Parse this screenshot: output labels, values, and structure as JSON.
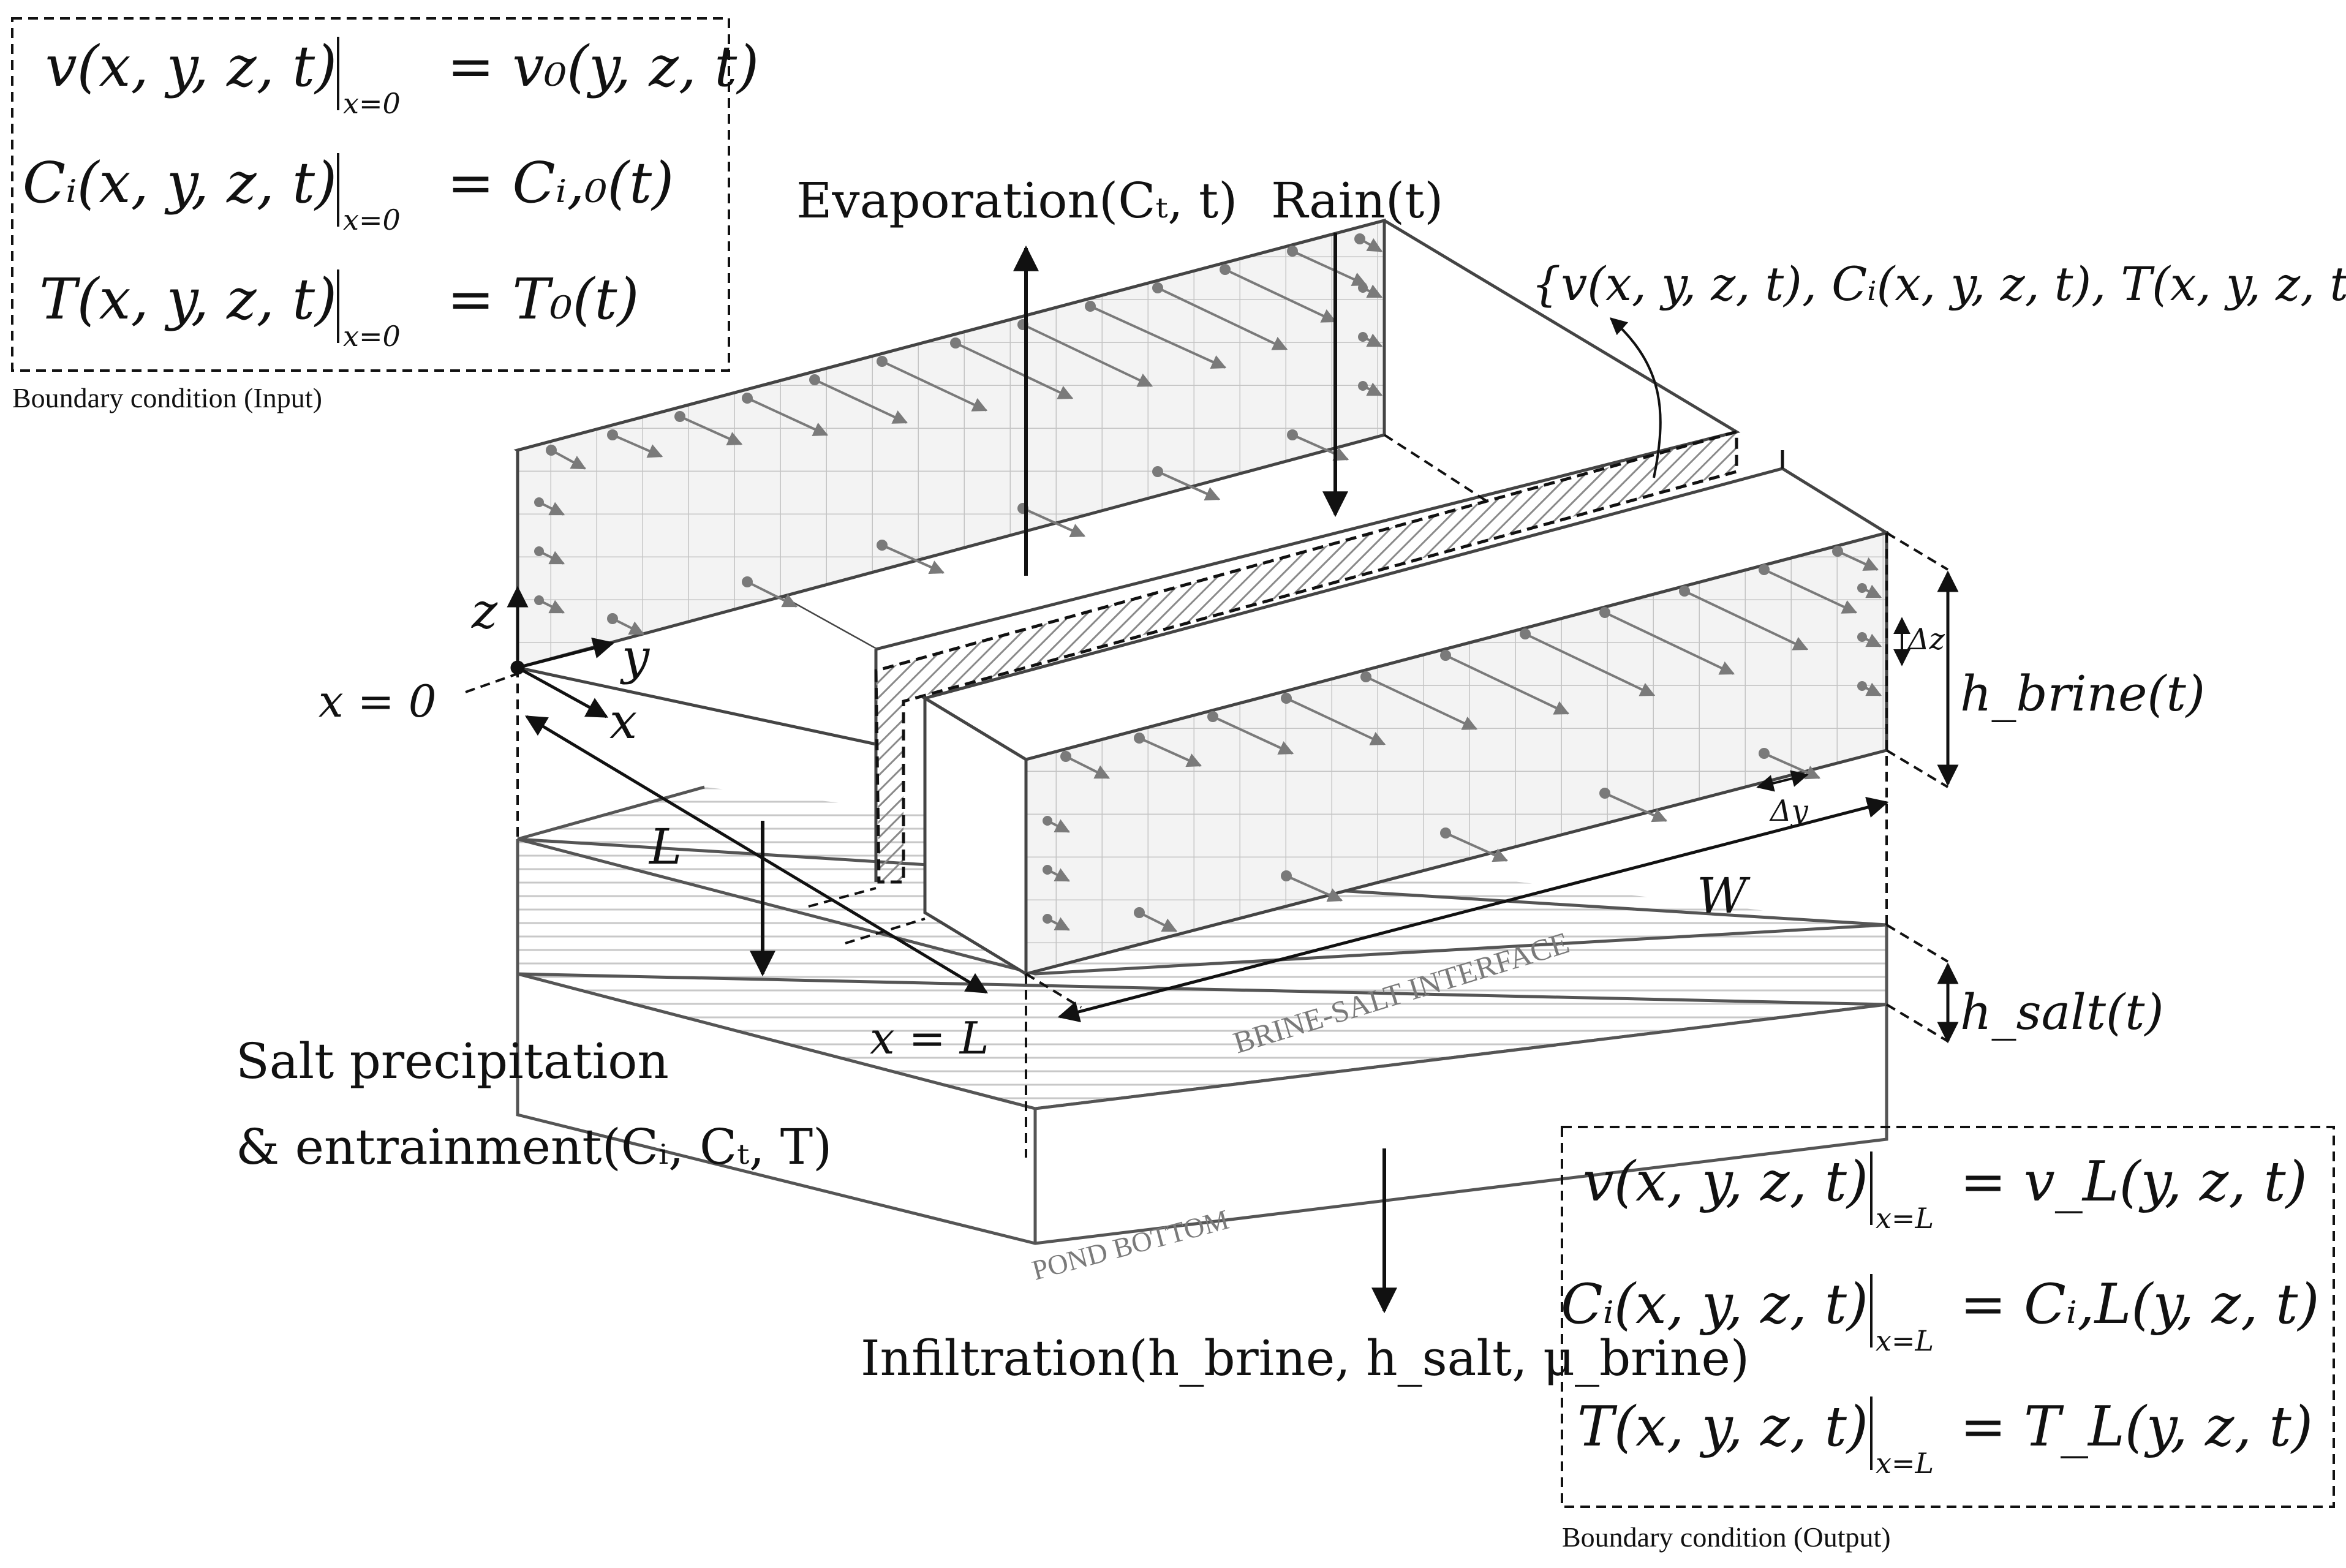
{
  "boundary_input": {
    "caption": "Boundary condition (Input)",
    "eq1_lhs": "v(x, y, z, t)",
    "eq1_sub": "x=0",
    "eq1_rhs": "= v₀(y, z, t)",
    "eq2_lhs": "Cᵢ(x, y, z, t)",
    "eq2_sub": "x=0",
    "eq2_rhs": "= Cᵢ,₀(t)",
    "eq3_lhs": "T(x, y, z, t)",
    "eq3_sub": "x=0",
    "eq3_rhs": "= T₀(t)"
  },
  "boundary_output": {
    "caption": "Boundary condition (Output)",
    "eq1_lhs": "v(x, y, z, t)",
    "eq1_sub": "x=L",
    "eq1_rhs": "= v_L(y, z, t)",
    "eq2_lhs": "Cᵢ(x, y, z, t)",
    "eq2_sub": "x=L",
    "eq2_rhs": "= Cᵢ,L(y, z, t)",
    "eq3_lhs": "T(x, y, z, t)",
    "eq3_sub": "x=L",
    "eq3_rhs": "= T_L(y, z, t)"
  },
  "fluxes": {
    "evaporation": "Evaporation(Cₜ, t)",
    "rain": "Rain(t)",
    "state": "{v(x, y, z, t), Cᵢ(x, y, z, t), T(x, y, z, t)}",
    "salt_line1": "Salt precipitation",
    "salt_line2": "& entrainment(Cᵢ, Cₜ, T)",
    "infiltration": "Infiltration(h_brine, h_salt, μ_brine)"
  },
  "axes": {
    "x": "x",
    "y": "y",
    "z": "z",
    "x0": "x = 0",
    "xL": "x = L"
  },
  "dimensions": {
    "L": "L",
    "W": "W",
    "dz": "Δz",
    "dy": "Δy",
    "h_brine": "h_brine(t)",
    "h_salt": "h_salt(t)"
  },
  "layers": {
    "interface": "BRINE-SALT INTERFACE",
    "bottom": "POND BOTTOM"
  },
  "colors": {
    "line": "#111111",
    "grid": "#bdbdbd",
    "arrow": "#7a7a7a",
    "fill": "#f1f1f1"
  }
}
